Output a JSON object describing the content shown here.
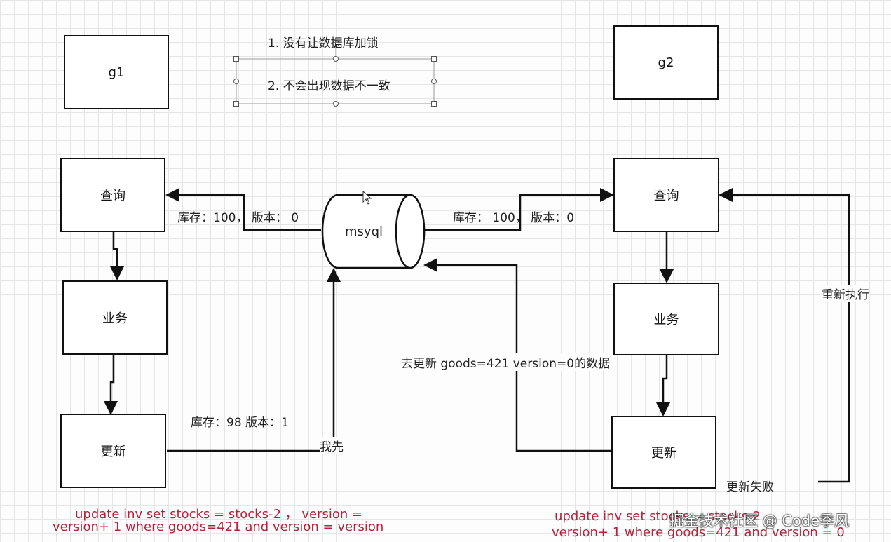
{
  "nodes": {
    "g1": "g1",
    "g2": "g2",
    "query1": "查询",
    "biz1": "业务",
    "update1": "更新",
    "query2": "查询",
    "biz2": "业务",
    "update2": "更新",
    "db": "msyql"
  },
  "notes": {
    "note1": "1. 没有让数据库加锁",
    "note2": "2. 不会出现数据不一致"
  },
  "edge_labels": {
    "left_read": "库存：100， 版本： 0",
    "right_read": "库存： 100， 版本：0",
    "left_write_value": "库存：98 版本：1",
    "left_write_first": "我先",
    "right_write": "去更新 goods=421 version=0的数据",
    "retry": "重新执行",
    "update_failed": "更新失败"
  },
  "sql": {
    "left_line1": "update inv set stocks = stocks-2 ，   version =",
    "left_line2": "version+ 1 where goods=421 and version = version",
    "right_line1": "update inv set stocks = stocks-2",
    "right_line2": "version+ 1 where goods=421 and version = 0"
  },
  "watermark": "掘金技术社区 @ Code季风",
  "colors": {
    "sql_text": "#b0243c",
    "line": "#111111",
    "grid": "#e6e6e6"
  }
}
